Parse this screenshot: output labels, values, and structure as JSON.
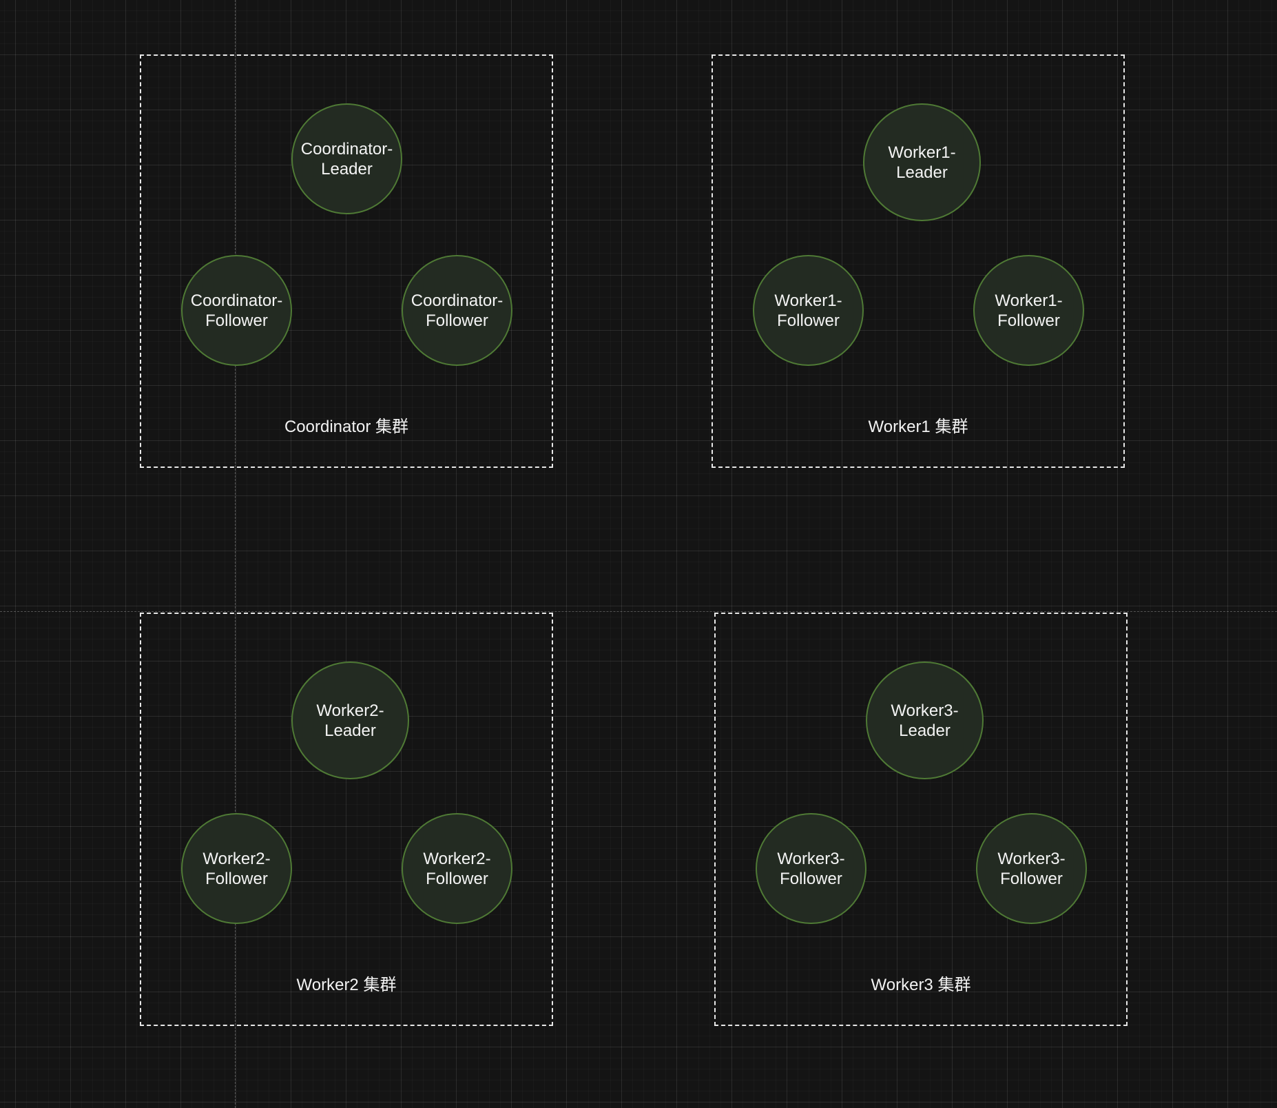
{
  "colors": {
    "background": "#141414",
    "node_fill": "#232b22",
    "node_border": "#4f7a35",
    "cluster_border": "#e8e8e8",
    "text": "#f4f4f4"
  },
  "clusters": [
    {
      "label": "Coordinator 集群",
      "leader": "Coordinator-\nLeader",
      "follower_left": "Coordinator-\nFollower",
      "follower_right": "Coordinator-\nFollower"
    },
    {
      "label": "Worker1 集群",
      "leader": "Worker1-\nLeader",
      "follower_left": "Worker1-\nFollower",
      "follower_right": "Worker1-\nFollower"
    },
    {
      "label": "Worker2 集群",
      "leader": "Worker2-\nLeader",
      "follower_left": "Worker2-\nFollower",
      "follower_right": "Worker2-\nFollower"
    },
    {
      "label": "Worker3 集群",
      "leader": "Worker3-\nLeader",
      "follower_left": "Worker3-\nFollower",
      "follower_right": "Worker3-\nFollower"
    }
  ]
}
